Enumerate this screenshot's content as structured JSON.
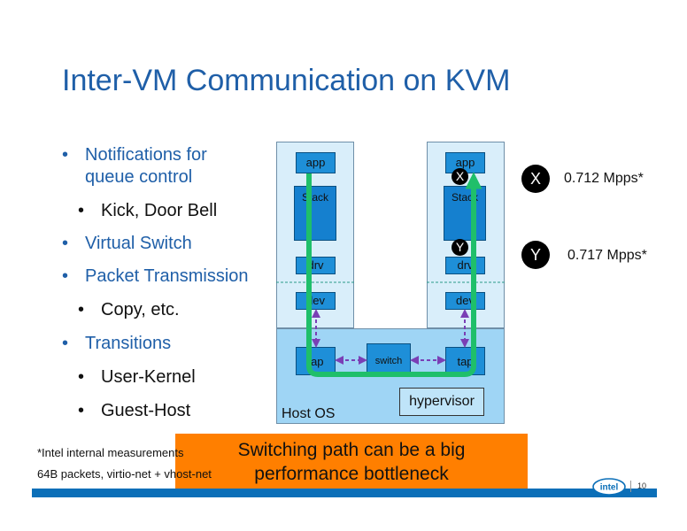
{
  "title": "Inter-VM Communication on KVM",
  "bullets": [
    {
      "text": "Notifications for",
      "text2": "queue control",
      "level": 1
    },
    {
      "text": "Kick, Door Bell",
      "level": 2
    },
    {
      "text": "Virtual Switch",
      "level": 1
    },
    {
      "text": "Packet Transmission",
      "level": 1
    },
    {
      "text": "Copy, etc.",
      "level": 2
    },
    {
      "text": "Transitions",
      "level": 1
    },
    {
      "text": "User-Kernel",
      "level": 2
    },
    {
      "text": "Guest-Host",
      "level": 2
    }
  ],
  "bullet_glyph": "•",
  "diagram": {
    "vm_left": {
      "app": "app",
      "stack": "Stack",
      "drv": "drv",
      "dev": "dev"
    },
    "vm_right": {
      "app": "app",
      "stack": "Stack",
      "drv": "drv",
      "dev": "dev"
    },
    "host": {
      "label": "Host OS",
      "tap_left": "tap",
      "switch": "switch",
      "tap_right": "tap",
      "hypervisor": "hypervisor"
    },
    "marker_x": "X",
    "marker_y": "Y"
  },
  "measurements": [
    {
      "marker": "X",
      "value": "0.712 Mpps*"
    },
    {
      "marker": "Y",
      "value": "0.717 Mpps*"
    }
  ],
  "footnotes": [
    "*Intel internal measurements",
    "64B packets, virtio-net + vhost-net"
  ],
  "callout": {
    "line1": "Switching path can be a big",
    "line2": "performance bottleneck"
  },
  "logo_text": "intel",
  "page_number": "10",
  "colors": {
    "title": "#1f5fa8",
    "path": "#1fbf6a",
    "arrow": "#7a3fb5",
    "callout": "#ff7f00",
    "footer": "#0b6fb8"
  }
}
